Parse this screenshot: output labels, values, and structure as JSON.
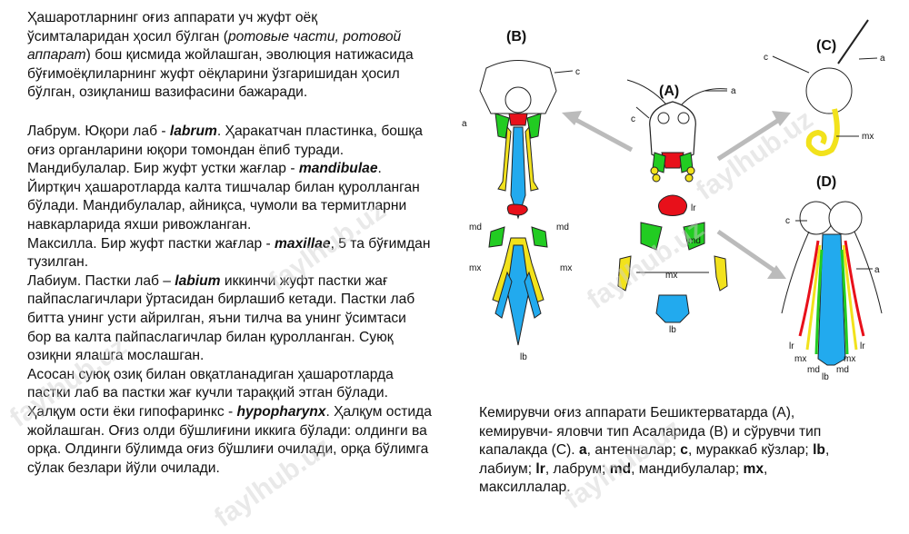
{
  "intro": {
    "lines": [
      [
        {
          "t": "Ҳашаротларнинг оғиз аппарати уч жуфт оёқ"
        }
      ],
      [
        {
          "t": "ўсимталаридан ҳосил бўлган ("
        },
        {
          "t": "ротовые части, ротовой",
          "s": "it"
        }
      ],
      [
        {
          "t": "аппарат",
          "s": "it"
        },
        {
          "t": ") бош қисмида жойлашган, эволюция натижасида"
        }
      ],
      [
        {
          "t": "бўғимоёқлиларнинг жуфт оёқларини ўзгаришидан ҳосил"
        }
      ],
      [
        {
          "t": "бўлган, озиқланиш вазифасини бажаради."
        }
      ]
    ]
  },
  "main": {
    "lines": [
      [
        {
          "t": "Лабрум. Юқори лаб - "
        },
        {
          "t": "labrum",
          "s": "bi"
        },
        {
          "t": ". Ҳаракатчан пластинка, бошқа"
        }
      ],
      [
        {
          "t": "оғиз органларини юқори томондан ёпиб туради."
        }
      ],
      [
        {
          "t": "Мандибулалар. Бир жуфт устки жағлар - "
        },
        {
          "t": "mandibulae",
          "s": "bi"
        },
        {
          "t": "."
        }
      ],
      [
        {
          "t": "Йиртқич ҳашаротларда калта тишчалар билан қуролланган"
        }
      ],
      [
        {
          "t": "бўлади. Мандибулалар, айниқса, чумоли ва термитларни"
        }
      ],
      [
        {
          "t": "навкарларида яхши ривожланган."
        }
      ],
      [
        {
          "t": "Максилла. Бир жуфт пастки жағлар - "
        },
        {
          "t": "maxillae",
          "s": "bi"
        },
        {
          "t": ", 5 та бўғимдан"
        }
      ],
      [
        {
          "t": "тузилган."
        }
      ],
      [
        {
          "t": "Лабиум. Пастки лаб – "
        },
        {
          "t": "labium",
          "s": "bi"
        },
        {
          "t": " иккинчи жуфт пастки жағ"
        }
      ],
      [
        {
          "t": "пайпаслагичлари ўртасидан бирлашиб кетади. Пастки лаб"
        }
      ],
      [
        {
          "t": "битта унинг усти айрилган, яъни тилча ва унинг ўсимтаси"
        }
      ],
      [
        {
          "t": "бор ва калта пайпаслагичлар билан қуролланган. Суюқ"
        }
      ],
      [
        {
          "t": "озиқни ялашга мослашган."
        }
      ],
      [
        {
          "t": "Асосан суюқ озиқ билан овқатланадиган ҳашаротларда"
        }
      ],
      [
        {
          "t": "пастки лаб ва пастки жағ кучли тараққий этган бўлади."
        }
      ],
      [
        {
          "t": "Ҳалқум ости ёки гипофаринкс - "
        },
        {
          "t": "hypopharynx",
          "s": "bi"
        },
        {
          "t": ". Ҳалқум остида"
        }
      ],
      [
        {
          "t": "жойлашган. Оғиз олди бўшлиғини иккига бўлади: олдинги ва"
        }
      ],
      [
        {
          "t": "орқа. Олдинги бўлимда оғиз бўшлиғи очилади, орқа бўлимга"
        }
      ],
      [
        {
          "t": "сўлак безлари йўли очилади."
        }
      ]
    ]
  },
  "caption": {
    "lines": [
      [
        {
          "t": "Кемирувчи оғиз аппарати Бешиктерватарда (А),"
        }
      ],
      [
        {
          "t": "кемирувчи- яловчи тип Асаларида (В) и сўрувчи тип"
        }
      ],
      [
        {
          "t": "капалакда (С).  "
        },
        {
          "t": "a",
          "s": "b"
        },
        {
          "t": ", антенналар; "
        },
        {
          "t": "c",
          "s": "b"
        },
        {
          "t": ", мураккаб кўзлар; "
        },
        {
          "t": "lb",
          "s": "b"
        },
        {
          "t": ","
        }
      ],
      [
        {
          "t": "лабиум; "
        },
        {
          "t": "lr",
          "s": "b"
        },
        {
          "t": ", лабрум; "
        },
        {
          "t": "md",
          "s": "b"
        },
        {
          "t": ", мандибулалар; "
        },
        {
          "t": "mx",
          "s": "b"
        },
        {
          "t": ","
        }
      ],
      [
        {
          "t": "максиллалар."
        }
      ]
    ]
  },
  "figure": {
    "panel_a": "(A)",
    "panel_b": "(B)",
    "panel_c": "(C)",
    "panel_d": "(D)",
    "lbl_a": "a",
    "lbl_c": "c",
    "lbl_lr": "lr",
    "lbl_md": "md",
    "lbl_mx": "mx",
    "lbl_lb": "lb"
  },
  "colors": {
    "labrum": "#e8101a",
    "mandible": "#22cc22",
    "maxilla": "#f2e21c",
    "labium": "#22aaee"
  },
  "watermarks": [
    "faylhub.uz",
    "faylhub.uz",
    "faylhub.uz",
    "faylhub.uz",
    "faylhub.uz",
    "faylhub.uz"
  ]
}
